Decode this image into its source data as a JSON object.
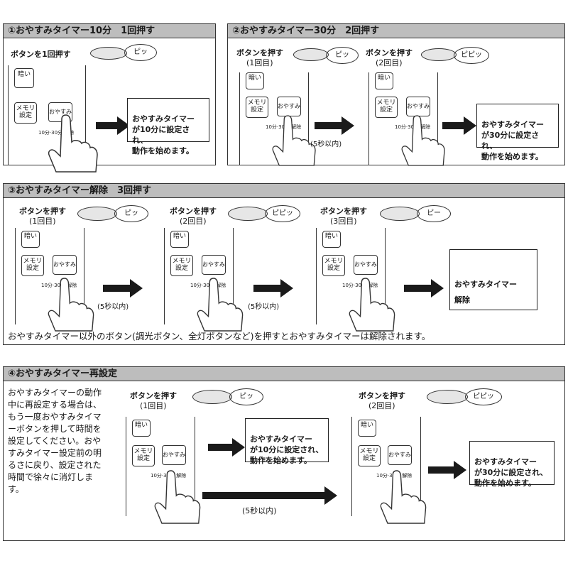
{
  "s1": {
    "title": "①おやすみタイマー10分　1回押す",
    "btn_label": "ボタンを1回押す",
    "sound": "ピッ",
    "remote": {
      "dark": "暗い",
      "memory": "メモリ\n設定",
      "sleep": "おやすみ",
      "bottom": "10分·30分  解除"
    },
    "result": "おやすみタイマー\nが10分に設定され、\n動作を始めます。"
  },
  "s2": {
    "title": "②おやすみタイマー30分　2回押す",
    "step1_label": "ボタンを押す",
    "step1_count": "(1回目)",
    "step1_sound": "ピッ",
    "step2_label": "ボタンを押す",
    "step2_count": "(2回目)",
    "step2_sound": "ピピッ",
    "interval": "(5秒以内)",
    "remote": {
      "dark": "暗い",
      "memory": "メモリ\n設定",
      "sleep": "おやすみ",
      "bottom": "10分·30分  解除"
    },
    "result": "おやすみタイマー\nが30分に設定され、\n動作を始めます。"
  },
  "s3": {
    "title": "③おやすみタイマー解除　3回押す",
    "step1_label": "ボタンを押す",
    "step1_count": "(1回目)",
    "step1_sound": "ピッ",
    "step2_label": "ボタンを押す",
    "step2_count": "(2回目)",
    "step2_sound": "ピピッ",
    "step3_label": "ボタンを押す",
    "step3_count": "(3回目)",
    "step3_sound": "ピー",
    "interval1": "(5秒以内)",
    "interval2": "(5秒以内)",
    "remote": {
      "dark": "暗い",
      "memory": "メモリ\n設定",
      "sleep": "おやすみ",
      "bottom": "10分·30分  解除"
    },
    "result": "おやすみタイマー\n解除",
    "note": "おやすみタイマー以外のボタン(調光ボタン、全灯ボタンなど)を押すとおやすみタイマーは解除されます。"
  },
  "s4": {
    "title": "④おやすみタイマー再設定",
    "description": "おやすみタイマーの動作中に再設定する場合は、もう一度おやすみタイマーボタンを押して時間を設定してください。おやすみタイマー設定前の明るさに戻り、設定された時間で徐々に消灯します。",
    "step1_label": "ボタンを押す",
    "step1_count": "(1回目)",
    "step1_sound": "ピッ",
    "step2_label": "ボタンを押す",
    "step2_count": "(2回目)",
    "step2_sound": "ピピッ",
    "interval": "(5秒以内)",
    "remote": {
      "dark": "暗い",
      "memory": "メモリ\n設定",
      "sleep": "おやすみ",
      "bottom": "10分·30分  解除"
    },
    "result1": "おやすみタイマー\nが10分に設定され、\n動作を始めます。",
    "result2": "おやすみタイマー\nが30分に設定され、\n動作を始めます。"
  },
  "colors": {
    "header_bg": "#bdbdbd",
    "border": "#333333",
    "arrow": "#1a1a1a"
  }
}
